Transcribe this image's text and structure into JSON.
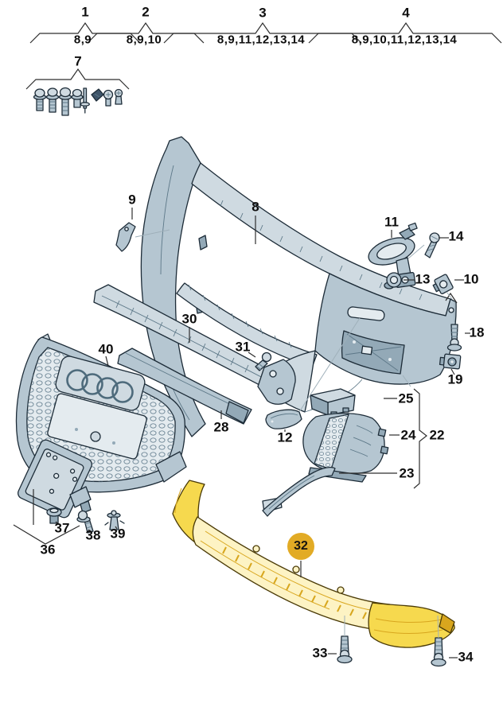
{
  "document": {
    "type": "exploded-parts-diagram",
    "subject": "front bumper assembly"
  },
  "header_groups": [
    {
      "number": "1",
      "parts": "8,9"
    },
    {
      "number": "2",
      "parts": "8,9,10"
    },
    {
      "number": "3",
      "parts": "8,9,11,12,13,14"
    },
    {
      "number": "4",
      "parts": "8,9,10,11,12,13,14"
    }
  ],
  "fastener_group": {
    "number": "7",
    "icons": [
      "pan-head-screw",
      "pan-head-screw",
      "long-pan-head-screw",
      "short-screw",
      "push-pin-rivet",
      "spring-clip",
      "round-head-screw",
      "expander-rivet"
    ]
  },
  "callouts": {
    "p8": "8",
    "p9": "9",
    "p10": "10",
    "p11": "11",
    "p12": "12",
    "p13": "13",
    "p14": "14",
    "p18": "18",
    "p19": "19",
    "p22": "22",
    "p23": "23",
    "p24": "24",
    "p25": "25",
    "p28": "28",
    "p30": "30",
    "p31": "31",
    "p32": "32",
    "p33": "33",
    "p34": "34",
    "p36": "36",
    "p37": "37",
    "p38": "38",
    "p39": "39",
    "p40": "40"
  },
  "highlight": {
    "part_number": "32"
  },
  "colors": {
    "background": "#ffffff",
    "outline": "#1d2c38",
    "part_fill": "#b5c6d1",
    "part_fill_light": "#cfdae1",
    "part_fill_lighter": "#e4ebef",
    "part_fill_dark": "#93a9b7",
    "detail_line": "#5d7888",
    "connector": "#2e2e2e",
    "label": "#0e0e0e",
    "clip_dark": "#3f556a",
    "highlight_pale": "#fdf3c4",
    "highlight_mid": "#f6d94e",
    "highlight_deep": "#d8a61e",
    "highlight_outline": "#4a3a06",
    "highlight_badge": "#e2ab25"
  }
}
